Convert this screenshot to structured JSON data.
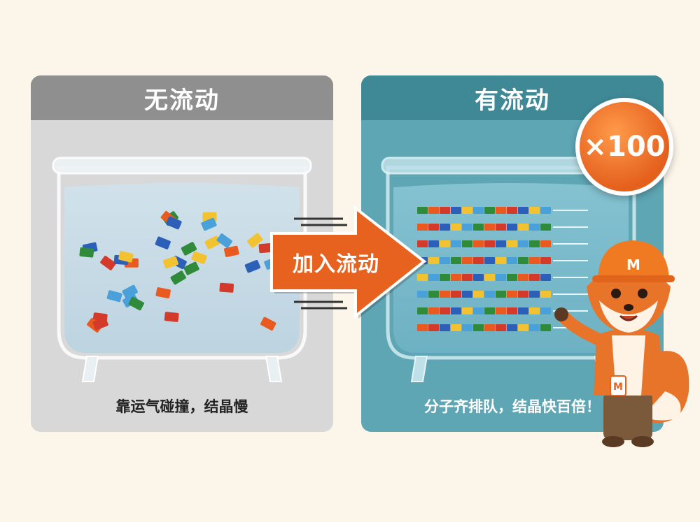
{
  "left_panel": {
    "title": "无流动",
    "caption": "靠运气碰撞，结晶慢"
  },
  "right_panel": {
    "title": "有流动",
    "caption": "分子齐排队，结晶快百倍！"
  },
  "arrow": {
    "label": "加入流动",
    "color": "#e8621f"
  },
  "badge": {
    "text": "×100",
    "color": "#e8621f"
  },
  "mascot": {
    "helmet_letter": "M",
    "tag_letter": "M"
  },
  "colors": {
    "left_header": "#8f8f8f",
    "right_header": "#3f8896",
    "background": "#fbf5ea"
  }
}
